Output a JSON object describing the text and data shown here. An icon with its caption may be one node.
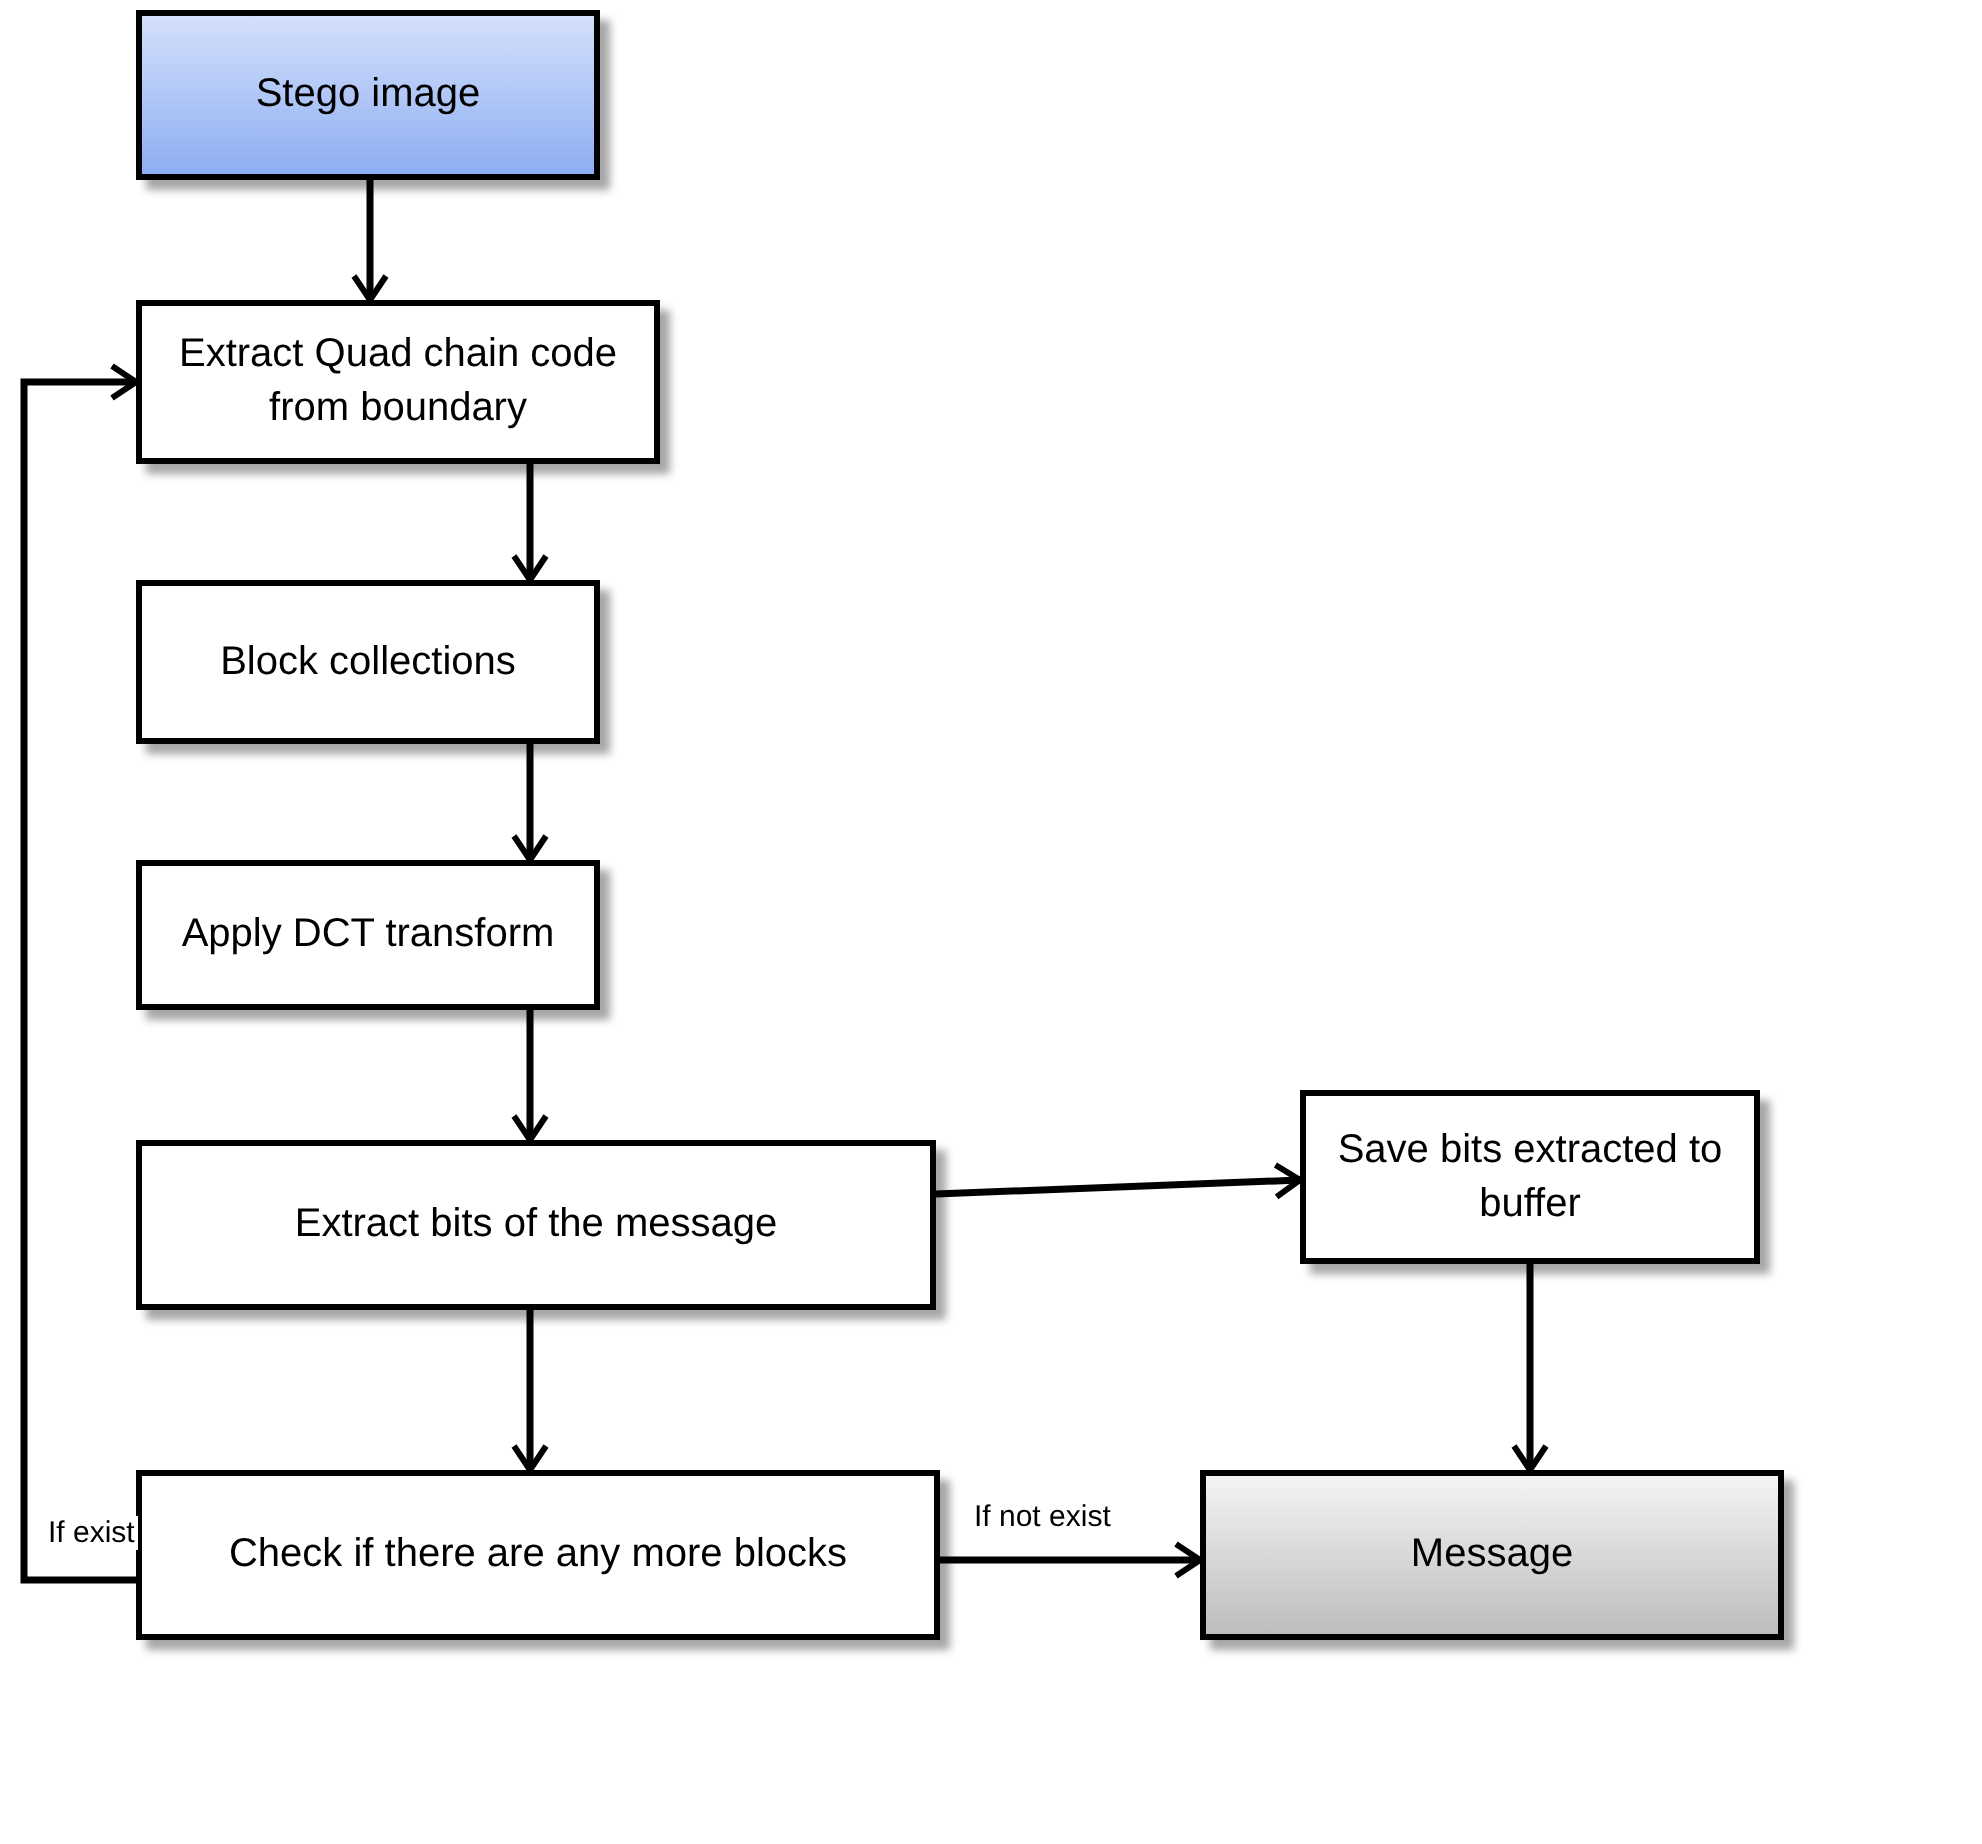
{
  "diagram": {
    "nodes": [
      {
        "text": [
          "Stego image"
        ]
      },
      {
        "text": [
          "Extract Quad chain code from boundary"
        ]
      },
      {
        "text": [
          "Block collections"
        ]
      },
      {
        "text": [
          "Apply DCT transform"
        ]
      },
      {
        "text": [
          "Extract bits of the message"
        ]
      },
      {
        "text": [
          "Save bits extracted to buffer"
        ]
      },
      {
        "text": [
          "Check if there are any more blocks"
        ]
      },
      {
        "text": [
          "Message"
        ]
      }
    ],
    "edges": [
      {
        "from": 0,
        "to": 1,
        "arrow": "to"
      },
      {
        "from": 1,
        "to": 2,
        "arrow": "to"
      },
      {
        "from": 2,
        "to": 3,
        "arrow": "to"
      },
      {
        "from": 3,
        "to": 4,
        "arrow": "to"
      },
      {
        "from": 4,
        "to": 5,
        "arrow": "to"
      },
      {
        "from": 4,
        "to": 6,
        "arrow": "to"
      },
      {
        "from": 5,
        "to": 7,
        "arrow": "to"
      },
      {
        "from": 6,
        "to": 7,
        "arrow": "to",
        "label": "If not exist"
      },
      {
        "from": 6,
        "to": 1,
        "arrow": "to",
        "label": "If exist"
      }
    ]
  }
}
